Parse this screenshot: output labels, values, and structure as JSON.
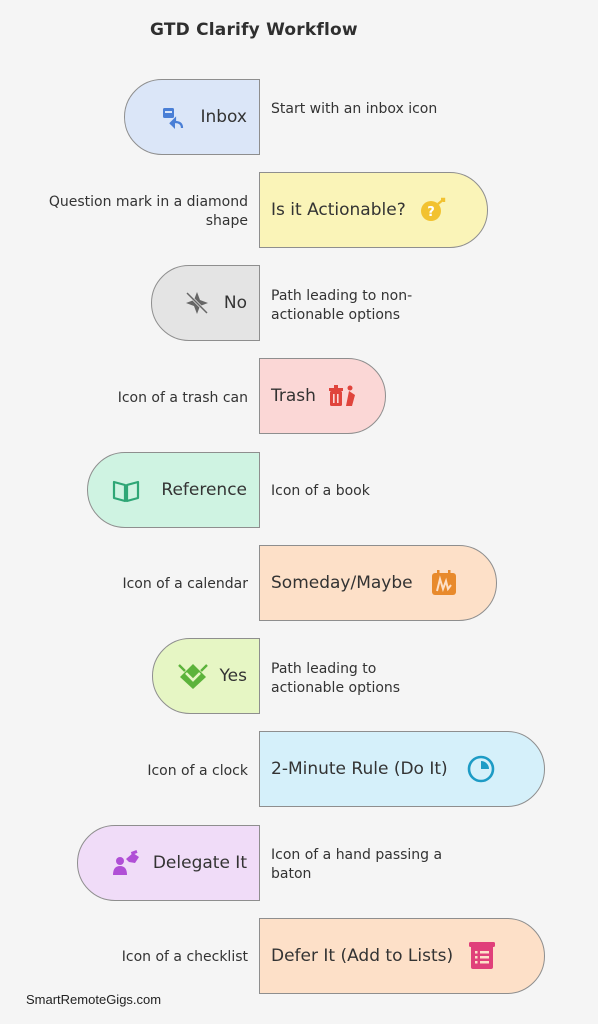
{
  "title": "GTD Clarify Workflow",
  "steps": [
    {
      "label": "Inbox",
      "desc": "Start with an inbox icon",
      "icon": "inbox-icon",
      "color": "#dbe6f8"
    },
    {
      "label": "Is it Actionable?",
      "desc": "Question mark in a diamond shape",
      "icon": "question-diamond-icon",
      "color": "#faf4b8"
    },
    {
      "label": "No",
      "desc": "Path leading to non-actionable options",
      "icon": "no-path-icon",
      "color": "#e4e4e4"
    },
    {
      "label": "Trash",
      "desc": "Icon of a trash can",
      "icon": "trash-icon",
      "color": "#fbd7d6"
    },
    {
      "label": "Reference",
      "desc": "Icon of a book",
      "icon": "book-icon",
      "color": "#cff3e2"
    },
    {
      "label": "Someday/Maybe",
      "desc": "Icon of a calendar",
      "icon": "calendar-icon",
      "color": "#fde0c8"
    },
    {
      "label": "Yes",
      "desc": "Path leading to actionable options",
      "icon": "yes-path-icon",
      "color": "#e6f6c4"
    },
    {
      "label": "2-Minute Rule (Do It)",
      "desc": "Icon of a clock",
      "icon": "clock-icon",
      "color": "#d5f0fa"
    },
    {
      "label": "Delegate It",
      "desc": "Icon of a hand passing a baton",
      "icon": "delegate-icon",
      "color": "#f0dcf8"
    },
    {
      "label": "Defer It (Add to Lists)",
      "desc": "Icon of a checklist",
      "icon": "checklist-icon",
      "color": "#fde0c8"
    }
  ],
  "footer": "SmartRemoteGigs.com"
}
